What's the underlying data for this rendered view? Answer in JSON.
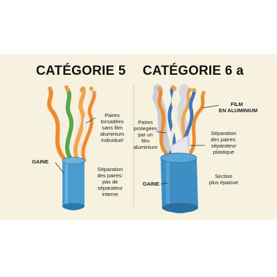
{
  "left": {
    "title": "CATÉGORIE 5",
    "label_paires": [
      "Paires",
      "torsadées",
      "sans film",
      "aluminium",
      "individuel"
    ],
    "label_gaine": "GAINE",
    "label_separation": [
      "Séparation",
      "des paires:",
      "pas de",
      "séparateur",
      "interne"
    ]
  },
  "right": {
    "title": "CATÉGORIE 6 a",
    "label_film": [
      "FILM",
      "EN ALUMINIUM"
    ],
    "label_paires": [
      "Paires",
      "protegées",
      "par un",
      "film",
      "aluminium"
    ],
    "label_separation": [
      "Séparation",
      "des paires:",
      "séparateur",
      "plastique"
    ],
    "label_gaine": "GAINE",
    "label_section": [
      "Section",
      "plus épaisse"
    ]
  },
  "colors": {
    "background_panel": "#f7f1e0",
    "cable_jacket": "#4a9ccf",
    "cable_jacket_dark": "#2f78ad",
    "wire_orange": "#f08a2a",
    "wire_green": "#55a845",
    "wire_blue": "#3a78c2",
    "wire_brown": "#9a5a2e",
    "foil": "#c9ccd2"
  }
}
